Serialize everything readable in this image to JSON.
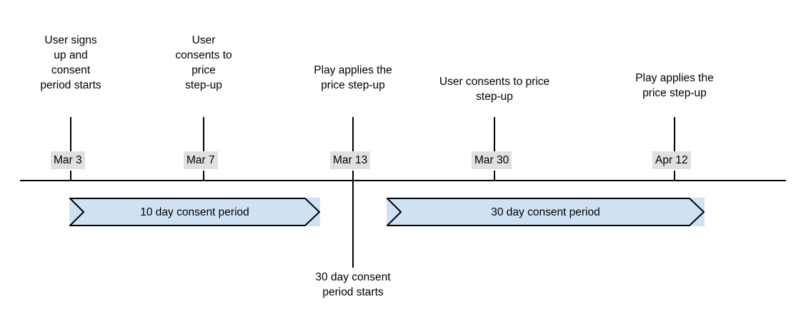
{
  "diagram": {
    "type": "timeline",
    "background_color": "#ffffff",
    "axis_color": "#000000",
    "band_fill_color": "#cfe2f3",
    "band_stroke_color": "#000000",
    "date_chip_background": "#e0e0e0",
    "events": [
      {
        "id": "mar-3",
        "date_label": "Mar 3",
        "caption": "User signs\nup and\nconsent\nperiod starts"
      },
      {
        "id": "mar-7",
        "date_label": "Mar 7",
        "caption": "User\nconsents to\nprice\nstep-up"
      },
      {
        "id": "mar-13",
        "date_label": "Mar 13",
        "caption": "Play applies the\nprice step-up"
      },
      {
        "id": "mar-30",
        "date_label": "Mar 30",
        "caption": "User consents to price\nstep-up"
      },
      {
        "id": "apr-12",
        "date_label": "Apr 12",
        "caption": "Play applies the\nprice step-up"
      }
    ],
    "bands": [
      {
        "id": "band-10-day",
        "label": "10 day consent period"
      },
      {
        "id": "band-30-day",
        "label": "30 day consent period"
      }
    ],
    "bottom_caption": {
      "id": "mar-13-below",
      "text": "30 day consent\nperiod starts"
    }
  }
}
